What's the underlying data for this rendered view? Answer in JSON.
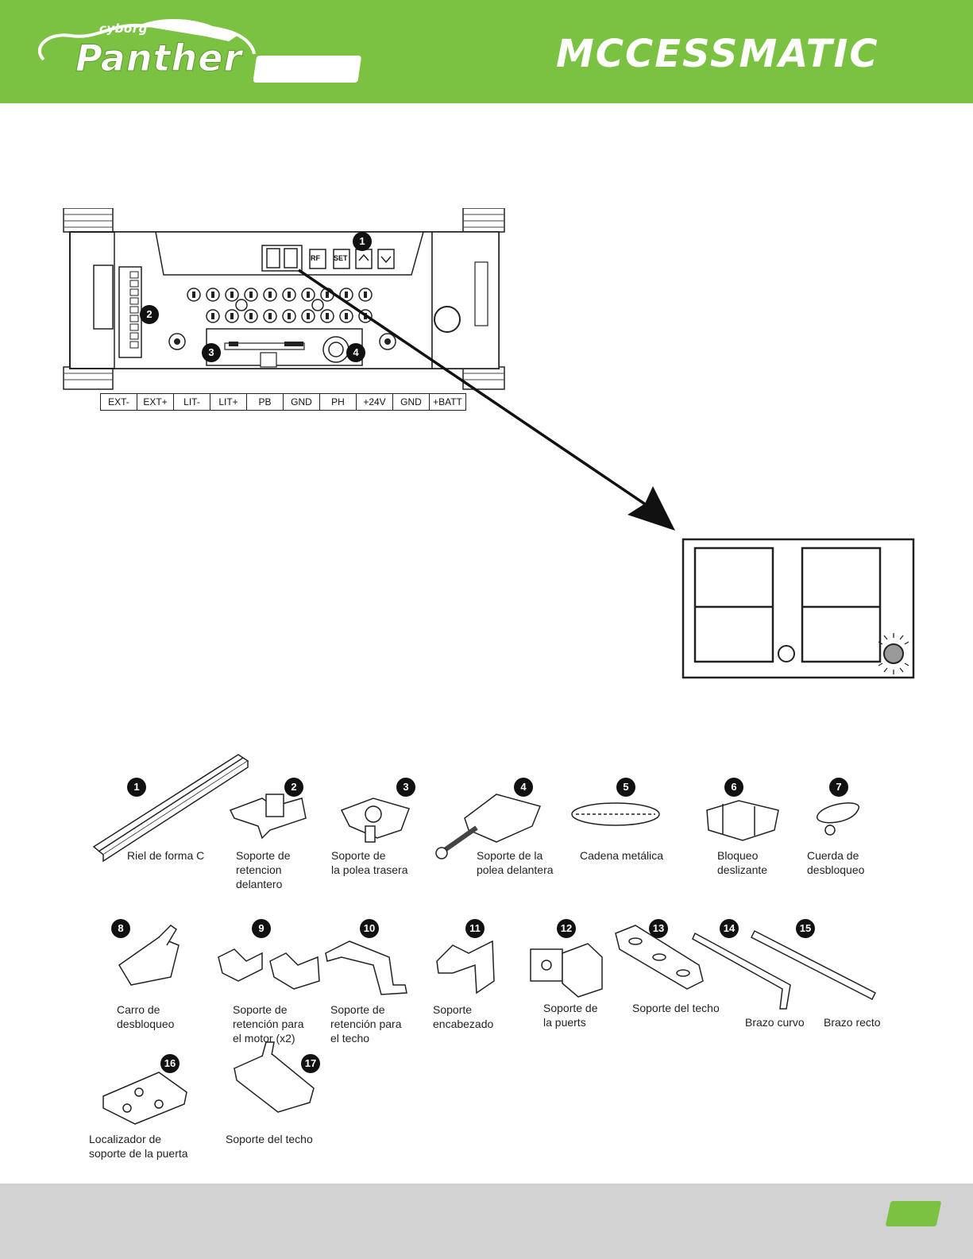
{
  "header": {
    "brand_small": "cyborg",
    "brand_main": "Panther",
    "company": "MCCESSMATIC"
  },
  "board": {
    "buttons": [
      "RF",
      "SET"
    ],
    "callouts": [
      "1",
      "2",
      "3",
      "4"
    ]
  },
  "terminals": [
    "EXT-",
    "EXT+",
    "LIT-",
    "LIT+",
    "PB",
    "GND",
    "PH",
    "+24V",
    "GND",
    "+BATT"
  ],
  "parts": [
    {
      "num": "1",
      "label": "Riel de forma C"
    },
    {
      "num": "2",
      "label": "Soporte de\nretencion\ndelantero"
    },
    {
      "num": "3",
      "label": "Soporte de\nla polea trasera"
    },
    {
      "num": "4",
      "label": "Soporte de la\npolea delantera"
    },
    {
      "num": "5",
      "label": "Cadena metálica"
    },
    {
      "num": "6",
      "label": "Bloqueo\ndeslizante"
    },
    {
      "num": "7",
      "label": "Cuerda de\ndesbloqueo"
    },
    {
      "num": "8",
      "label": "Carro de\ndesbloqueo"
    },
    {
      "num": "9",
      "label": "Soporte de\nretención para\nel motor (x2)"
    },
    {
      "num": "10",
      "label": "Soporte de\nretención para\nel techo"
    },
    {
      "num": "11",
      "label": "Soporte\nencabezado"
    },
    {
      "num": "12",
      "label": "Soporte de\nla puerts"
    },
    {
      "num": "13",
      "label": "Soporte del techo"
    },
    {
      "num": "14",
      "label": "Brazo curvo"
    },
    {
      "num": "15",
      "label": "Brazo recto"
    },
    {
      "num": "16",
      "label": "Localizador de\nsoporte de la puerta"
    },
    {
      "num": "17",
      "label": "Soporte del techo"
    }
  ],
  "colors": {
    "accent": "#7cc242",
    "footer": "#d2d2d2",
    "ink": "#111111"
  }
}
